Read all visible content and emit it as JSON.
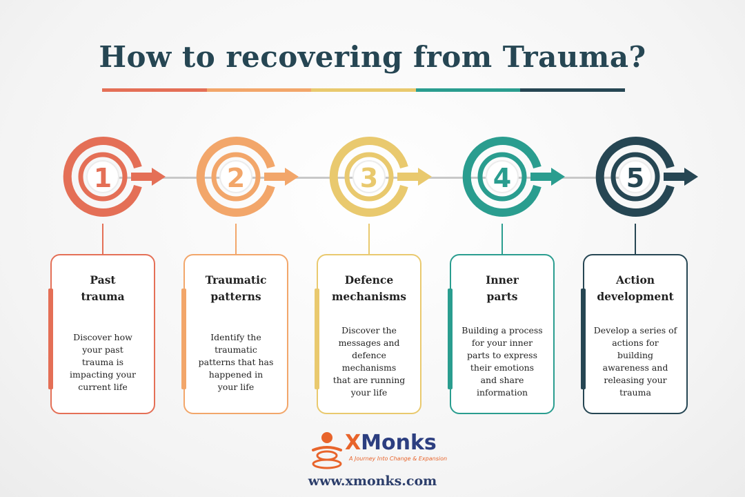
{
  "title": "How to recovering from Trauma?",
  "title_bar_colors": [
    "#e46f56",
    "#f2a66a",
    "#e9c96e",
    "#2a9d8f",
    "#264653"
  ],
  "steps": [
    {
      "number": "1",
      "title": "Past\ntrauma",
      "desc": "Discover how\nyour past\ntrauma is\nimpacting your\ncurrent life",
      "color": "#e46f56"
    },
    {
      "number": "2",
      "title": "Traumatic\npatterns",
      "desc": "Identify the\ntraumatic\npatterns that has\nhappened in\nyour life",
      "color": "#f2a66a"
    },
    {
      "number": "3",
      "title": "Defence\nmechanisms",
      "desc": "Discover the\nmessages and\ndefence\nmechanisms\nthat are running\nyour life",
      "color": "#e9c96e"
    },
    {
      "number": "4",
      "title": "Inner\nparts",
      "desc": "Building a process\nfor your inner\nparts to express\ntheir emotions\nand share\ninformation",
      "color": "#2a9d8f"
    },
    {
      "number": "5",
      "title": "Action\ndevelopment",
      "desc": "Develop a series of\nactions for\nbuilding\nawareness and\nreleasing your\ntrauma",
      "color": "#264653"
    }
  ],
  "logo": {
    "brand_x": "X",
    "brand_rest": "Monks",
    "tagline": "A Journey Into Change & Expansion",
    "icon": "meditating-person-icon"
  },
  "website": "www.xmonks.com"
}
